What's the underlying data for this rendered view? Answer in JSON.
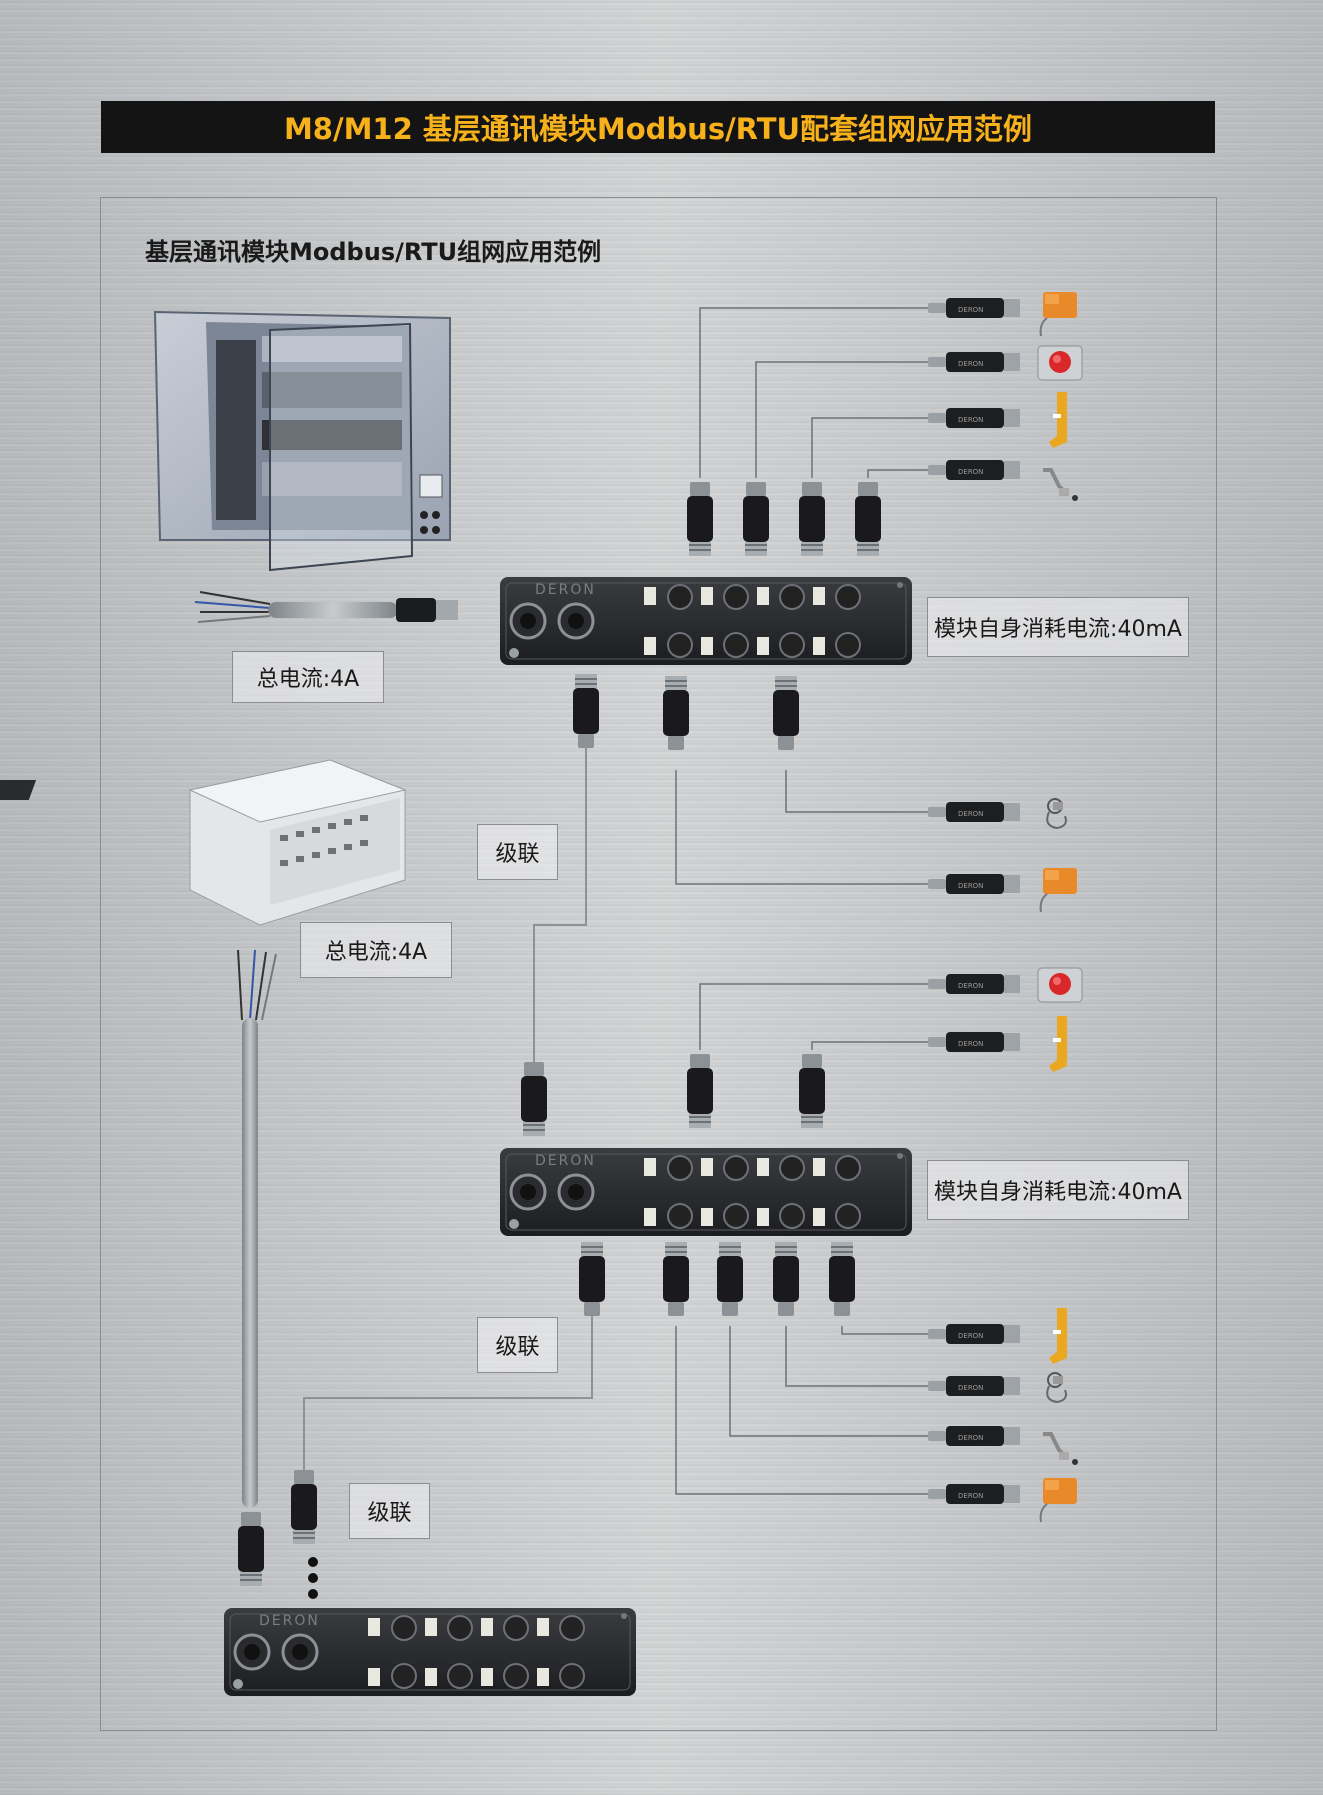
{
  "header": {
    "title": "M8/M12  基层通讯模块Modbus/RTU配套组网应用范例"
  },
  "panel": {
    "subtitle": "基层通讯模块Modbus/RTU组网应用范例"
  },
  "labels": {
    "total_current_1": "总电流:4A",
    "total_current_2": "总电流:4A",
    "module_current_1": "模块自身消耗电流:40mA",
    "module_current_2": "模块自身消耗电流:40mA",
    "cascade_1": "级联",
    "cascade_2": "级联",
    "cascade_3": "级联"
  },
  "module": {
    "brand": "DERON"
  },
  "colors": {
    "title_bg": "#141414",
    "title_text": "#f7b11a",
    "sensor_orange": "#e8892a",
    "button_red": "#d9282a",
    "bracket_yellow": "#e9a81f"
  }
}
